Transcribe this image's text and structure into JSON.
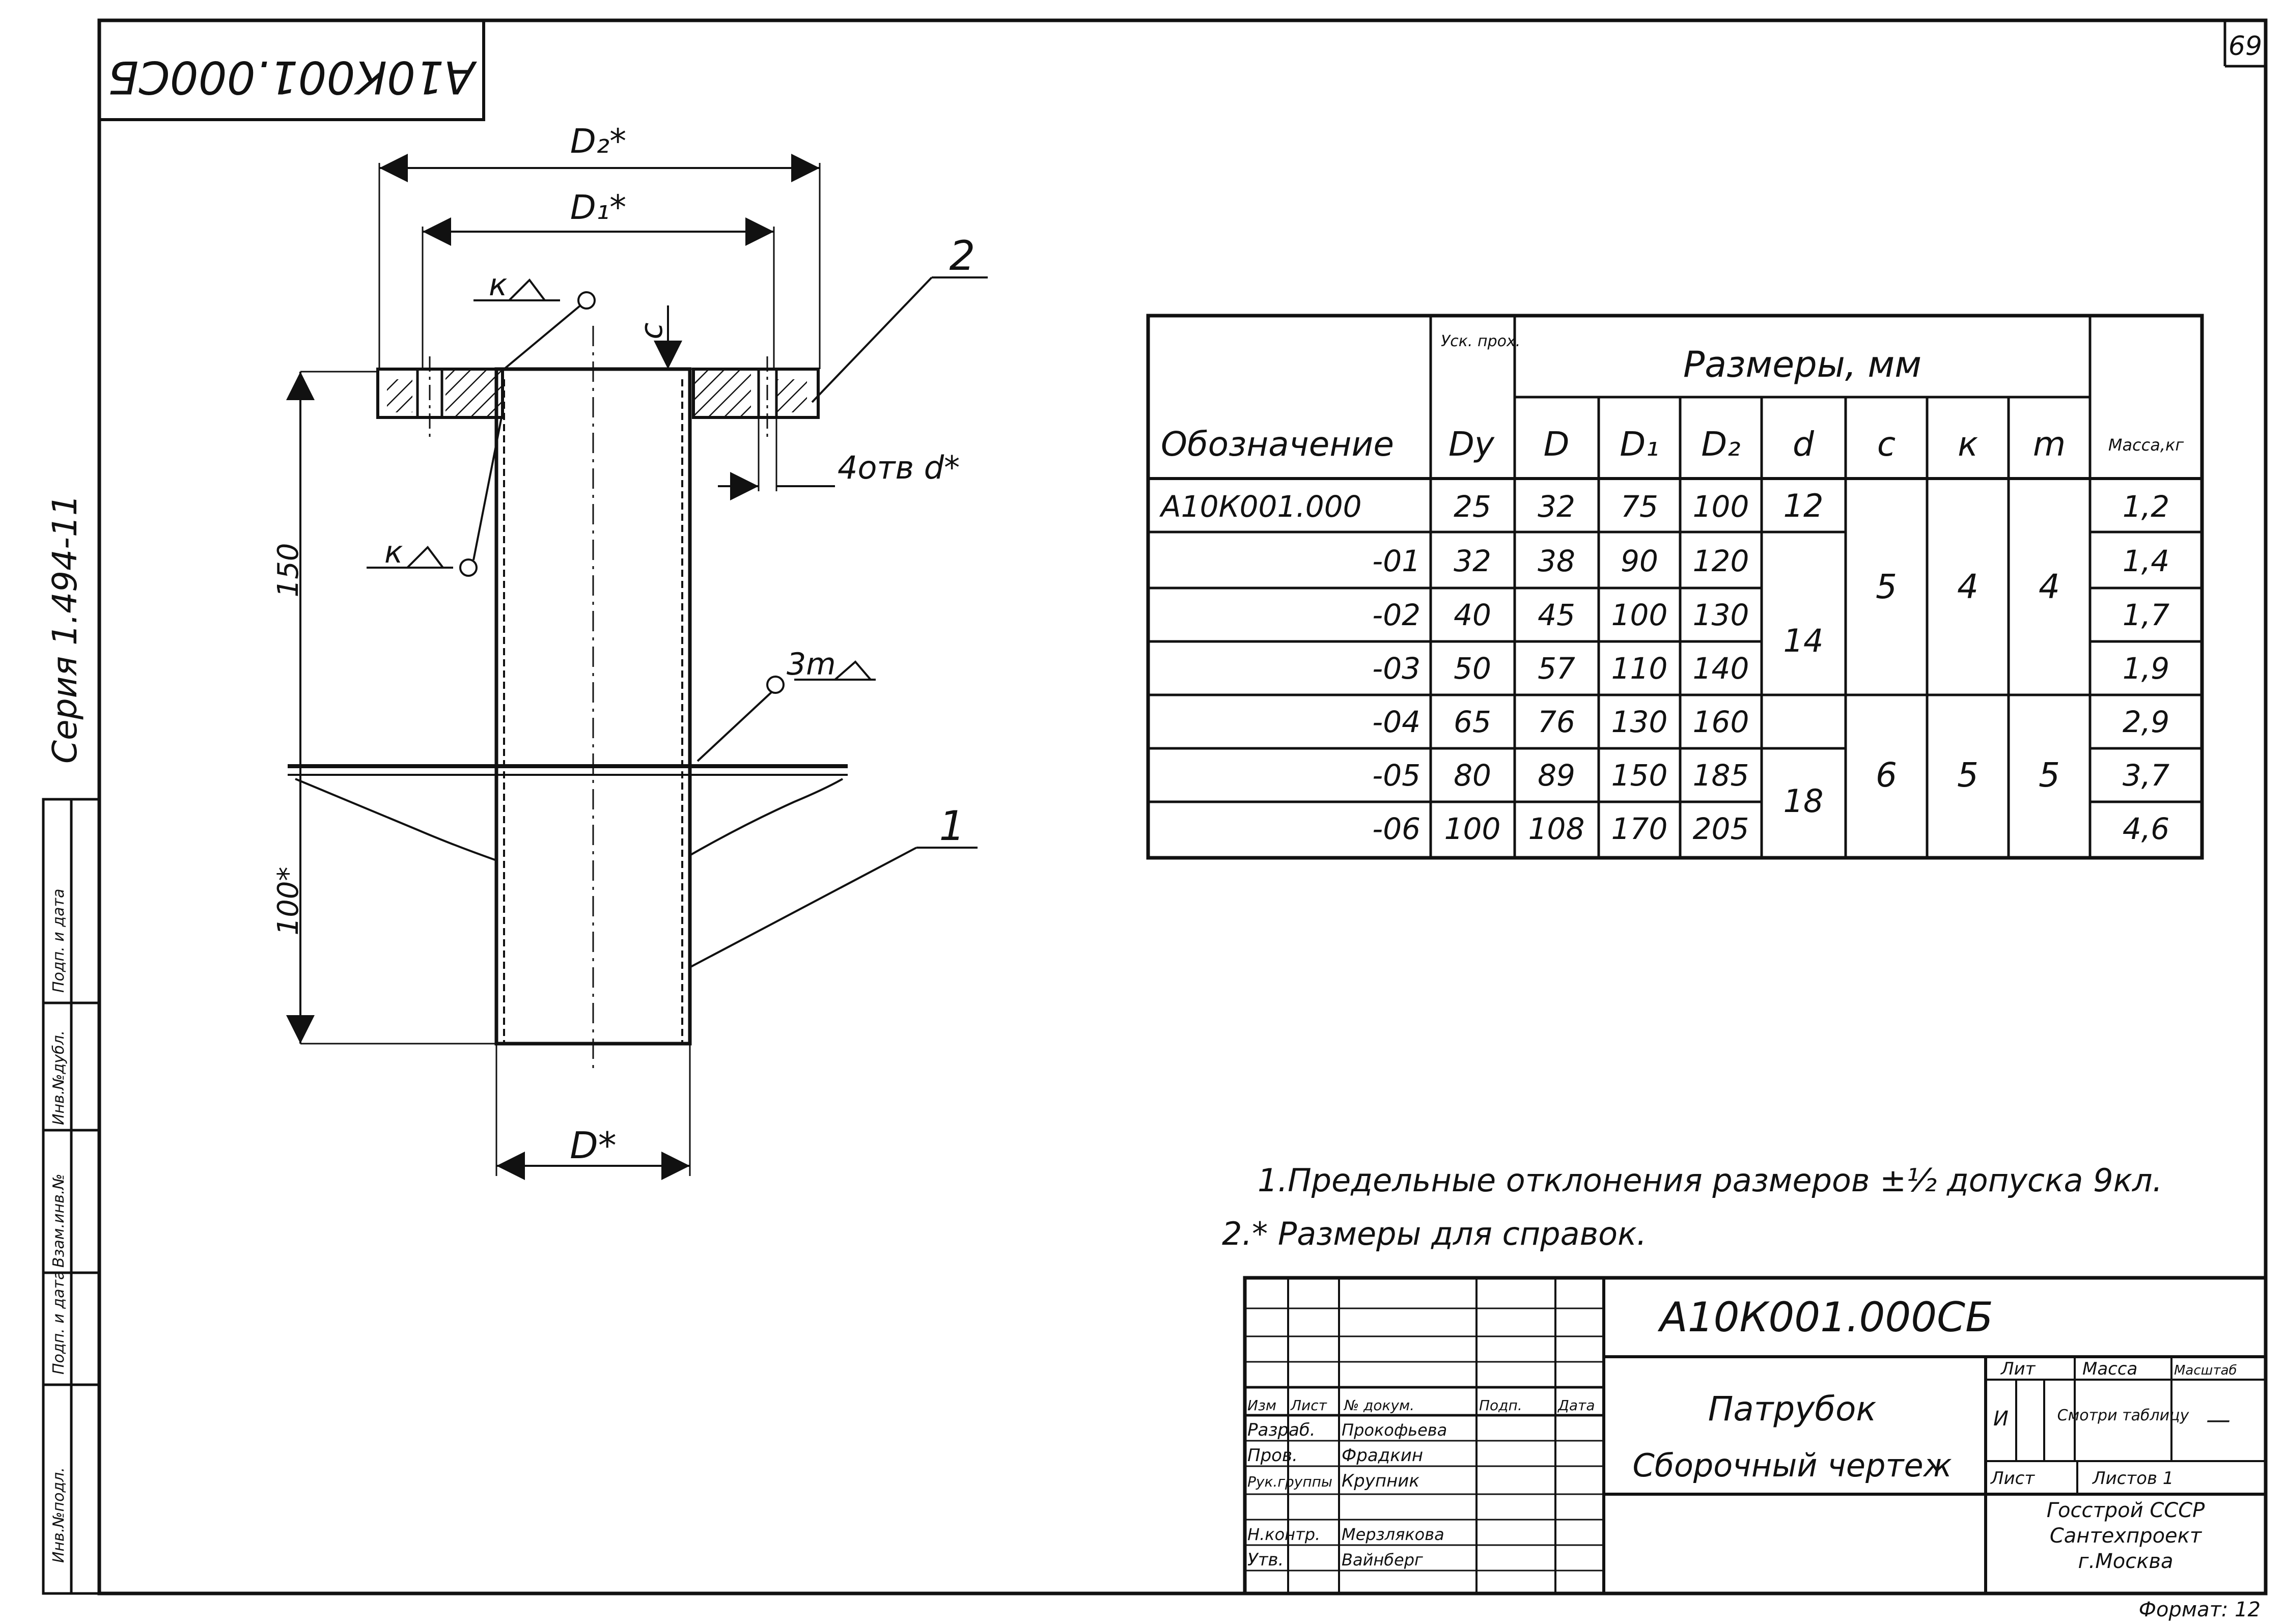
{
  "page_number": "69",
  "stamp_top": "А10К001.000СБ",
  "series_label": "Серия 1.494-11",
  "side_labels": [
    "Инв.№подл.",
    "Подп. и дата",
    "Взам.инв.№",
    "Инв.№дубл.",
    "Подп. и дата"
  ],
  "dimensions": {
    "D2": "D₂*",
    "D1": "D₁*",
    "c": "c",
    "holes": "4отв d*",
    "h150": "150",
    "h100": "100*",
    "D": "D*",
    "item1": "1",
    "item2": "2",
    "weld_k_top": "к",
    "weld_k_left": "к",
    "weld_3m": "3m"
  },
  "table": {
    "col_designation": "Обозначение",
    "col_dy_top": "Уск. прох.",
    "col_dy": "Dу",
    "group_sizes": "Размеры, мм",
    "cols": [
      "D",
      "D₁",
      "D₂",
      "d",
      "c",
      "к",
      "m"
    ],
    "col_mass": "Масса,кг",
    "rows": [
      {
        "name": "А10К001.000",
        "dy": "25",
        "D": "32",
        "D1": "75",
        "D2": "100",
        "mass": "1,2"
      },
      {
        "name": "-01",
        "dy": "32",
        "D": "38",
        "D1": "90",
        "D2": "120",
        "mass": "1,4"
      },
      {
        "name": "-02",
        "dy": "40",
        "D": "45",
        "D1": "100",
        "D2": "130",
        "mass": "1,7"
      },
      {
        "name": "-03",
        "dy": "50",
        "D": "57",
        "D1": "110",
        "D2": "140",
        "mass": "1,9"
      },
      {
        "name": "-04",
        "dy": "65",
        "D": "76",
        "D1": "130",
        "D2": "160",
        "mass": "2,9"
      },
      {
        "name": "-05",
        "dy": "80",
        "D": "89",
        "D1": "150",
        "D2": "185",
        "mass": "3,7"
      },
      {
        "name": "-06",
        "dy": "100",
        "D": "108",
        "D1": "170",
        "D2": "205",
        "mass": "4,6"
      }
    ],
    "merged": {
      "d_12": "12",
      "d_14": "14",
      "d_18": "18",
      "c_5": "5",
      "c_6": "6",
      "k_4": "4",
      "k_5": "5",
      "m_4": "4",
      "m_5": "5"
    }
  },
  "notes": [
    "1.Предельные отклонения размеров ±½ допуска 9кл.",
    "2.* Размеры для справок."
  ],
  "title_block": {
    "designation": "А10К001.000СБ",
    "name_line1": "Патрубок",
    "name_line2": "Сборочный чертеж",
    "headers": [
      "Изм",
      "Лист",
      "№ докум.",
      "Подп.",
      "Дата"
    ],
    "roles": [
      "Разраб.",
      "Пров.",
      "Рук.группы",
      "",
      "Н.контр.",
      "Утв."
    ],
    "persons": [
      "Прокофьева",
      "Фрадкин",
      "Крупник",
      "",
      "Мерзлякова",
      "Вайнберг"
    ],
    "lit_label": "Лит",
    "mass_label": "Масса",
    "scale_label": "Масштаб",
    "lit_value": "И",
    "mass_value": "Смотри таблицу",
    "scale_value": "—",
    "sheet_label": "Лист",
    "sheets_label": "Листов 1",
    "org_line1": "Госстрой СССР",
    "org_line2": "Сантехпроект",
    "org_line3": "г.Москва",
    "format": "Формат: 12"
  }
}
